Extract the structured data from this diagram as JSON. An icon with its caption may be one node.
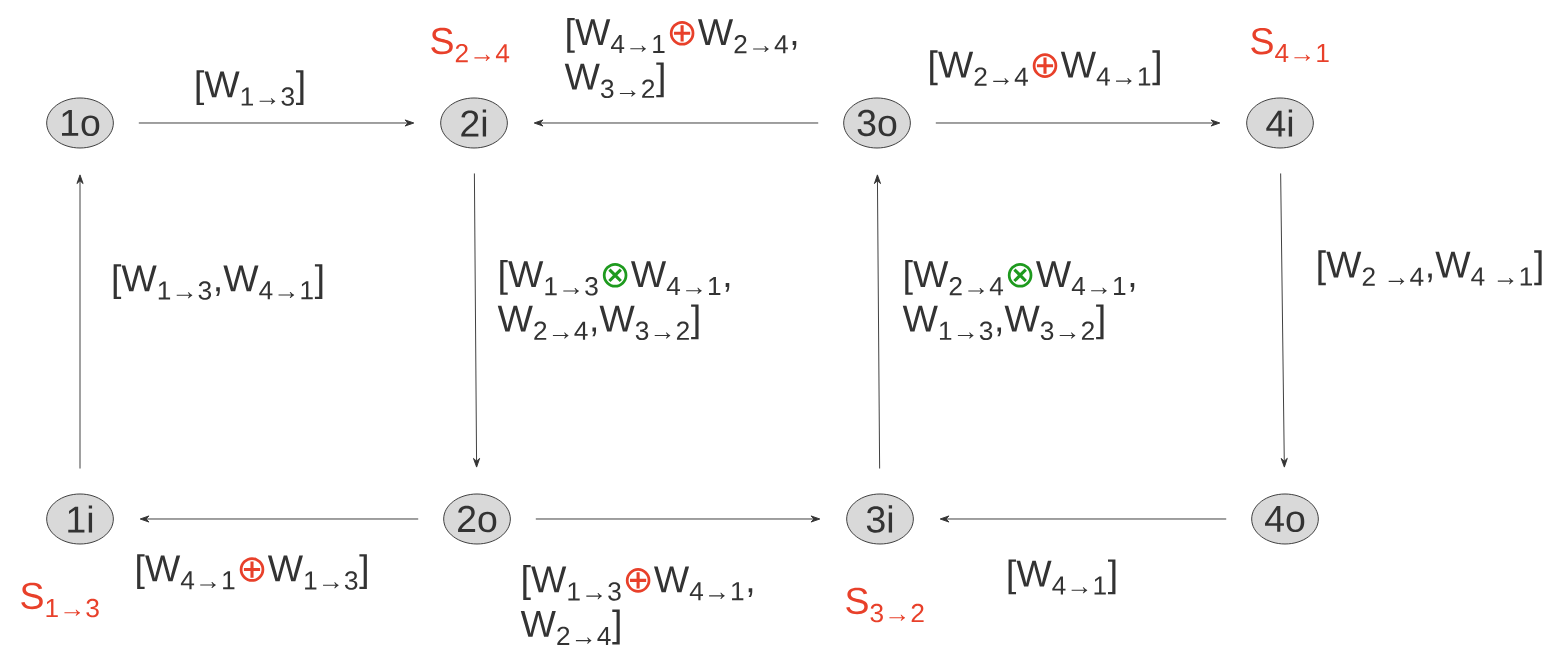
{
  "diagram": {
    "nodes": [
      {
        "text": [
          "1o"
        ]
      },
      {
        "text": [
          "2i"
        ],
        "beside": [
          "S$_{2→4}$"
        ]
      },
      {
        "text": [
          "3o"
        ]
      },
      {
        "text": [
          "4i"
        ],
        "beside": [
          "S$_{4→1}$"
        ]
      },
      {
        "text": [
          "1i"
        ],
        "beside": [
          "S$_{1→3}$"
        ]
      },
      {
        "text": [
          "2o"
        ]
      },
      {
        "text": [
          "3i"
        ],
        "beside": [
          "S$_{3→2}$"
        ]
      },
      {
        "text": [
          "4o"
        ]
      }
    ],
    "edges": [
      {
        "from": 0,
        "to": 1,
        "arrow": "to",
        "label": "[W$_{1→3}$]"
      },
      {
        "from": 2,
        "to": 1,
        "arrow": "to",
        "label": "[W$_{4→1}$⊕W$_{2→4}$, W$_{3→2}$]"
      },
      {
        "from": 2,
        "to": 3,
        "arrow": "to",
        "label": "[W$_{2→4}$⊕W$_{4→1}$]"
      },
      {
        "from": 4,
        "to": 0,
        "arrow": "to",
        "label": "[W$_{1→3}$,W$_{4→1}$]"
      },
      {
        "from": 1,
        "to": 5,
        "arrow": "to",
        "label": "[W$_{1→3}$⊗W$_{4→1}$, W$_{2→4}$,W$_{3→2}$]"
      },
      {
        "from": 6,
        "to": 2,
        "arrow": "to",
        "label": "[W$_{2→4}$⊗W$_{4→1}$, W$_{1→3}$,W$_{3→2}$]"
      },
      {
        "from": 3,
        "to": 7,
        "arrow": "to",
        "label": "[W$_{2 →4}$,W$_{4 →1}$]"
      },
      {
        "from": 5,
        "to": 4,
        "arrow": "to",
        "label": "[W$_{4→1}$⊕W$_{1→3}$]"
      },
      {
        "from": 5,
        "to": 6,
        "arrow": "to",
        "label": "[W$_{1→3}$⊕W$_{4→1}$, W$_{2→4}$]"
      },
      {
        "from": 7,
        "to": 6,
        "arrow": "to",
        "label": "[W$_{4→1}$]"
      }
    ]
  }
}
